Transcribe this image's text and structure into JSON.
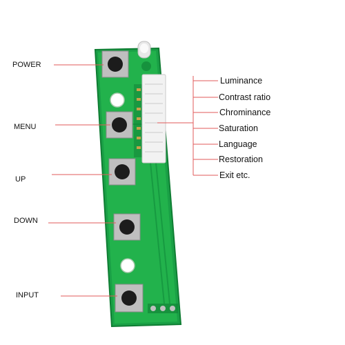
{
  "button_labels": {
    "power": "POWER",
    "menu": "MENU",
    "up": "UP",
    "down": "DOWN",
    "input": "INPUT"
  },
  "feature_labels": {
    "luminance": "Luminance",
    "contrast_ratio": "Contrast ratio",
    "chrominance": "Chrominance",
    "saturation": "Saturation",
    "language": "Language",
    "restoration": "Restoration",
    "exit": "Exit etc."
  },
  "colors": {
    "pcb_green": "#22b24c",
    "pcb_dark_green": "#138a35",
    "leader_line_red": "#e05a5a",
    "button_black": "#1c1c1c",
    "connector_white": "#f2f2f2"
  }
}
